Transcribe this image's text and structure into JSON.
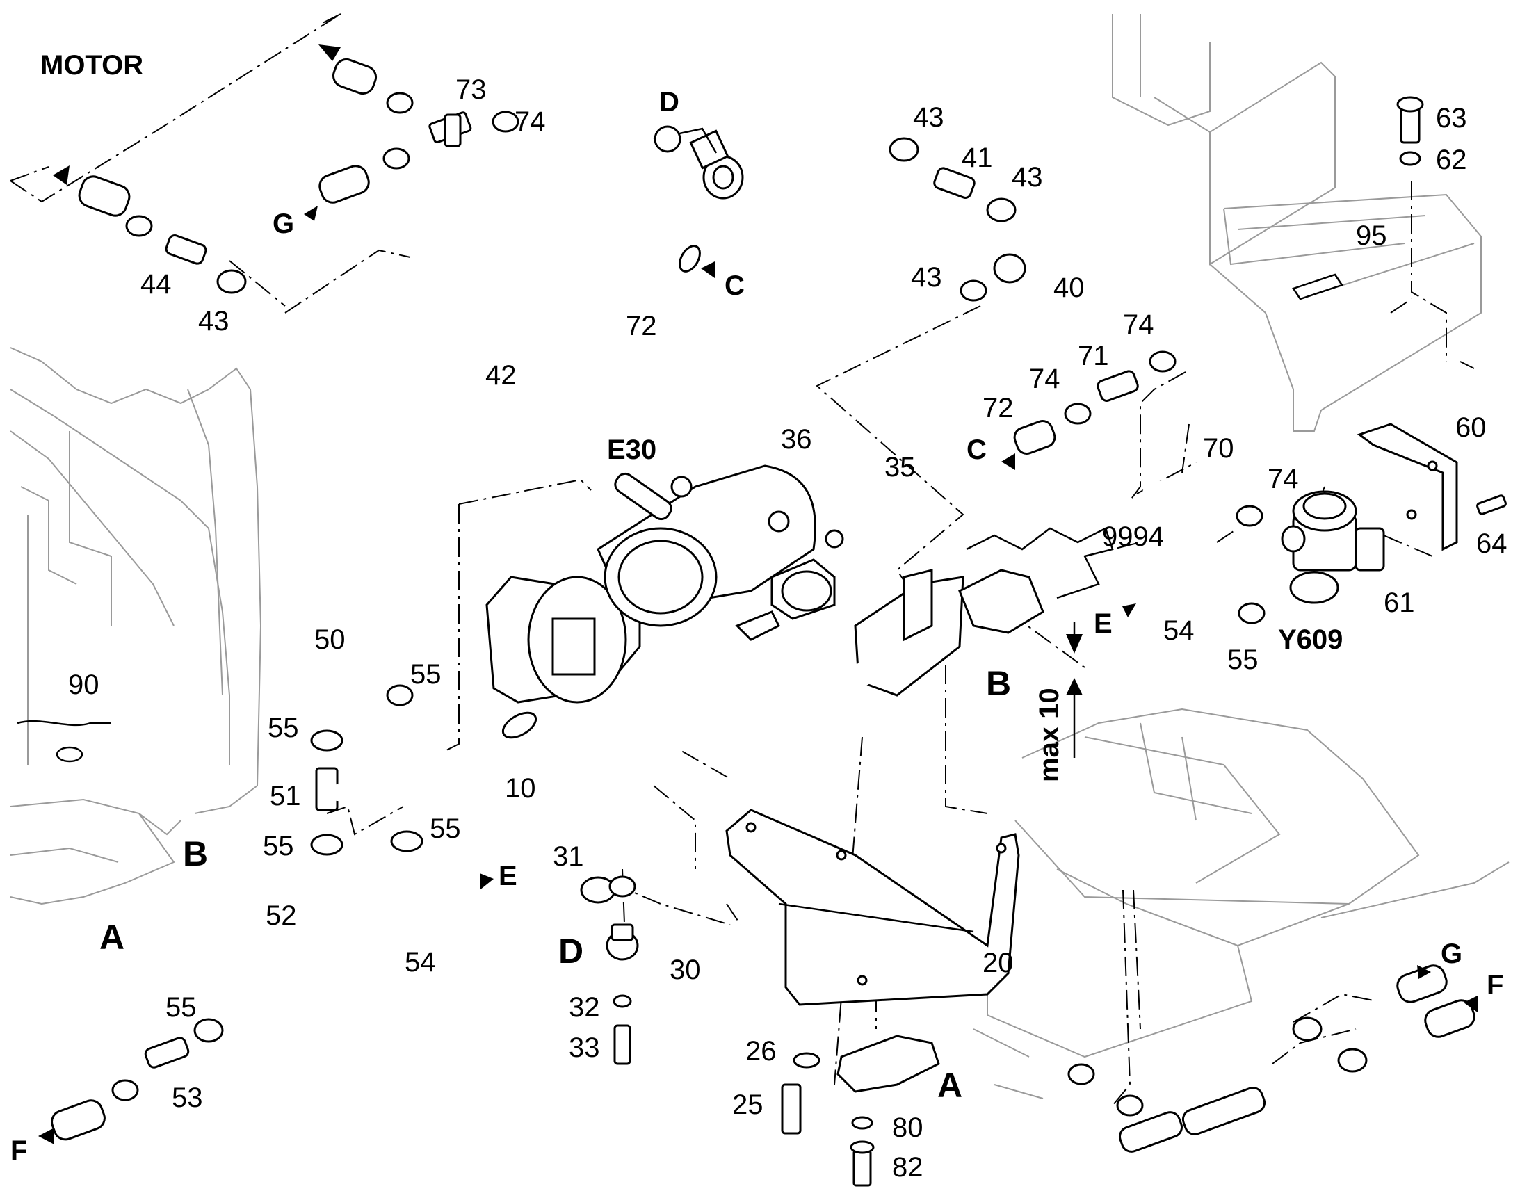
{
  "labels": {
    "motor": "MOTOR",
    "n10": "10",
    "n20": "20",
    "n25": "25",
    "n26": "26",
    "n30": "30",
    "n31": "31",
    "n32": "32",
    "n33": "33",
    "n35": "35",
    "n36": "36",
    "n40": "40",
    "n41": "41",
    "n42": "42",
    "n43": "43",
    "n44": "44",
    "n50": "50",
    "n51": "51",
    "n52": "52",
    "n53": "53",
    "n54": "54",
    "n55": "55",
    "n60": "60",
    "n61": "61",
    "n62": "62",
    "n63": "63",
    "n64": "64",
    "n70": "70",
    "n71": "71",
    "n72": "72",
    "n73": "73",
    "n74": "74",
    "n80": "80",
    "n82": "82",
    "n90": "90",
    "n95": "95",
    "n9994": "9994",
    "e30": "E30",
    "y609": "Y609",
    "max10": "max 10",
    "A": "A",
    "B": "B",
    "C": "C",
    "D": "D",
    "E": "E",
    "F": "F",
    "G": "G"
  }
}
